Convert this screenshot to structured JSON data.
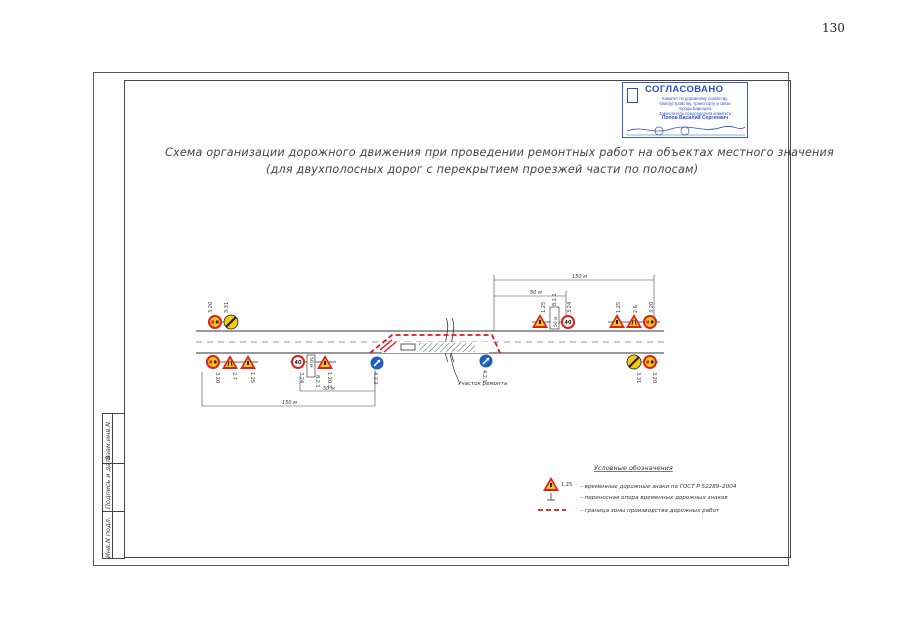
{
  "page_number": "130",
  "title_line1": "Схема организации дорожного движения при проведении ремонтных работ на объектах местного значения",
  "title_line2": "(для двухполосных дорог с перекрытием проезжей части по полосам)",
  "stamp": {
    "heading": "СОГЛАСОВАНО",
    "lines": [
      "Комитет по дорожному хозяйству,",
      "благоустройству, транспорту и связи",
      "города Барнаула",
      "Заместитель председателя комитета",
      "Попов Василий Сергеевич"
    ]
  },
  "side_labels": [
    "Инв.N подл.",
    "Подпись и дата",
    "Взам.инв.N"
  ],
  "dimensions": {
    "top_150": "150 м",
    "top_50": "50 м",
    "bottom_50": "50 м",
    "bottom_150": "150 м"
  },
  "repair_label": "Участок ремонта",
  "sign_labels": {
    "tl_a": "3.20",
    "tl_b": "3.31",
    "bl_a": "3.20",
    "bl_b": "2.7",
    "bl_c": "1.25",
    "bm_a": "3.24",
    "bm_plate": "8.2.1",
    "bm_c": "1.20.3",
    "bp1": "4.2.2",
    "ts_a": "1.25",
    "ts_plate": "8.2.1",
    "ts_c": "3.24",
    "tr_a": "1.25",
    "tr_b": "2.6",
    "tr_c": "3.20",
    "bp2": "4.2.1",
    "br_a": "3.31",
    "br_b": "3.20"
  },
  "speed_limit": "40",
  "plate_distance": "50 м",
  "legend": {
    "title": "Условные обозначения",
    "sign_code": "1.25",
    "items": [
      "– временные дорожные знаки по ГОСТ Р 52289–2004",
      "– переносная опора временных дорожных знаков",
      "– граница зоны производства дорожных работ"
    ]
  },
  "colors": {
    "sign_red": "#e02020",
    "sign_yellow": "#f2c81a",
    "sign_blue": "#1f5fc0",
    "zone_red": "#e4161c",
    "stamp_blue": "#2f4fc8"
  }
}
